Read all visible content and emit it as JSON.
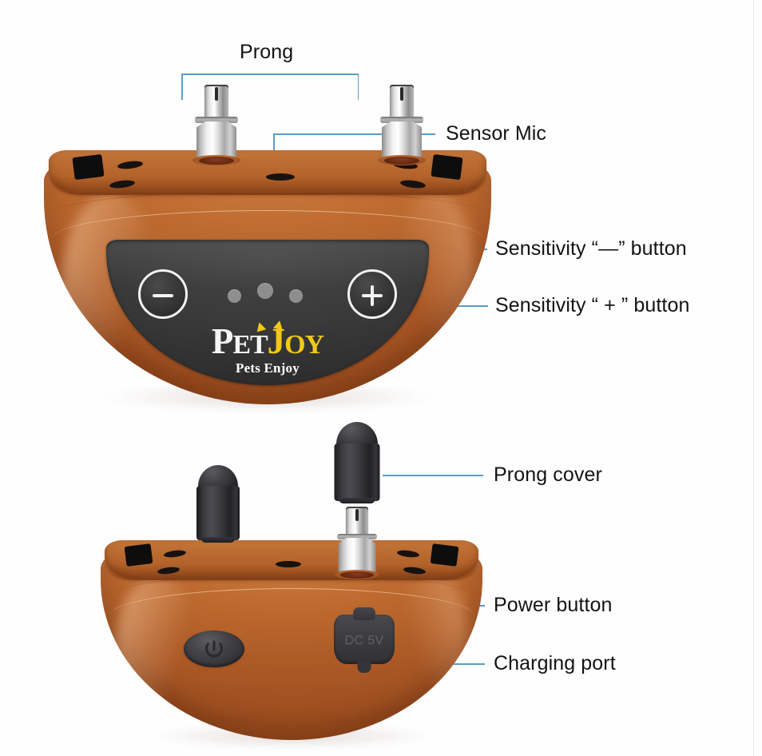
{
  "page": {
    "title": "Pet training collar receiver — labeled parts diagram",
    "background_color": "#ffffff",
    "leader_line_color": "#5d9cc4",
    "label_text_color": "#131313",
    "body_color": "#b8682e",
    "panel_color": "#313131",
    "metal_color": "#d9d9d9",
    "rubber_color": "#2a2a2e",
    "logo_accent_color": "#f2c915"
  },
  "figures": [
    {
      "id": "front-view",
      "name": "front-view-device",
      "callouts": [
        {
          "id": "prong",
          "label": "Prong",
          "style": "bracket-two-points"
        },
        {
          "id": "sensor-mic",
          "label": "Sensor Mic",
          "style": "elbow"
        },
        {
          "id": "sensitivity-minus",
          "label": "Sensitivity “—” button",
          "style": "elbow"
        },
        {
          "id": "sensitivity-plus",
          "label": "Sensitivity “ + ” button",
          "style": "straight"
        }
      ],
      "controls": {
        "minus_button_symbol": "−",
        "plus_button_symbol": "+",
        "led_count": 3
      },
      "branding": {
        "mark_part_1": "P",
        "mark_part_2": "ET",
        "mark_part_3": "J",
        "mark_part_4": "OY",
        "wordmark": "PETJOY",
        "tagline": "Pets Enjoy"
      }
    },
    {
      "id": "back-view",
      "name": "back-view-device",
      "callouts": [
        {
          "id": "prong-cover",
          "label": "Prong cover",
          "style": "straight"
        },
        {
          "id": "power-button",
          "label": "Power button",
          "style": "elbow"
        },
        {
          "id": "charging-port",
          "label": "Charging port",
          "style": "straight"
        }
      ],
      "controls": {
        "power_icon": "power-symbol",
        "charging_port_marking": "DC 5V"
      }
    }
  ]
}
